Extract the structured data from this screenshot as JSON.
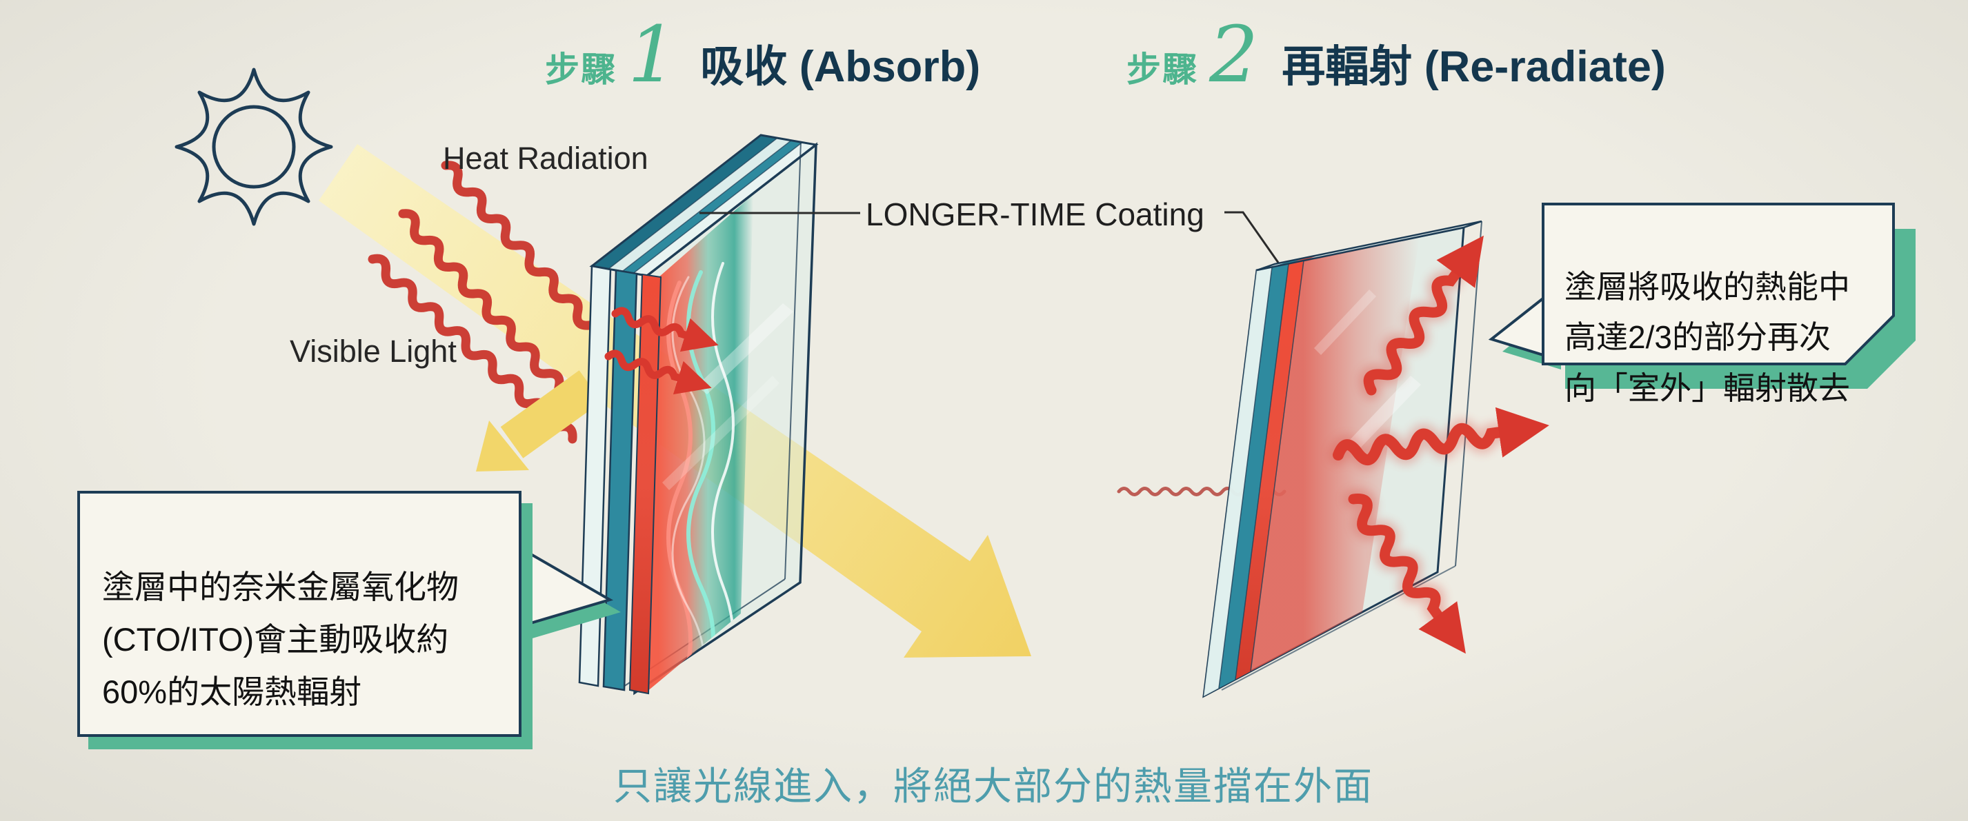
{
  "background": "#eeece3",
  "palette": {
    "navy_outline": "#1d3c55",
    "header_navy": "#14374e",
    "accent_green": "#4db48e",
    "shadow_green": "#57b795",
    "caption_teal": "#4e9dac",
    "heat_red": "#d8382e",
    "light_yellow": "#f2d66a",
    "glass_teal": "#2e8a9f",
    "glass_pale": "#e9f4f2"
  },
  "steps": {
    "one": {
      "label": "步驟",
      "number": "1",
      "title": "吸收 (Absorb)"
    },
    "two": {
      "label": "步驟",
      "number": "2",
      "title": "再輻射 (Re-radiate)"
    }
  },
  "labels": {
    "heat_radiation": "Heat Radiation",
    "visible_light": "Visible Light",
    "coating": "LONGER-TIME Coating"
  },
  "callouts": {
    "left": "塗層中的奈米金屬氧化物\n(CTO/ITO)會主動吸收約\n60%的太陽熱輻射",
    "right": "塗層將吸收的熱能中\n高達2/3的部分再次\n向「室外」輻射散去"
  },
  "caption": "只讓光線進入，將絕大部分的熱量擋在外面"
}
